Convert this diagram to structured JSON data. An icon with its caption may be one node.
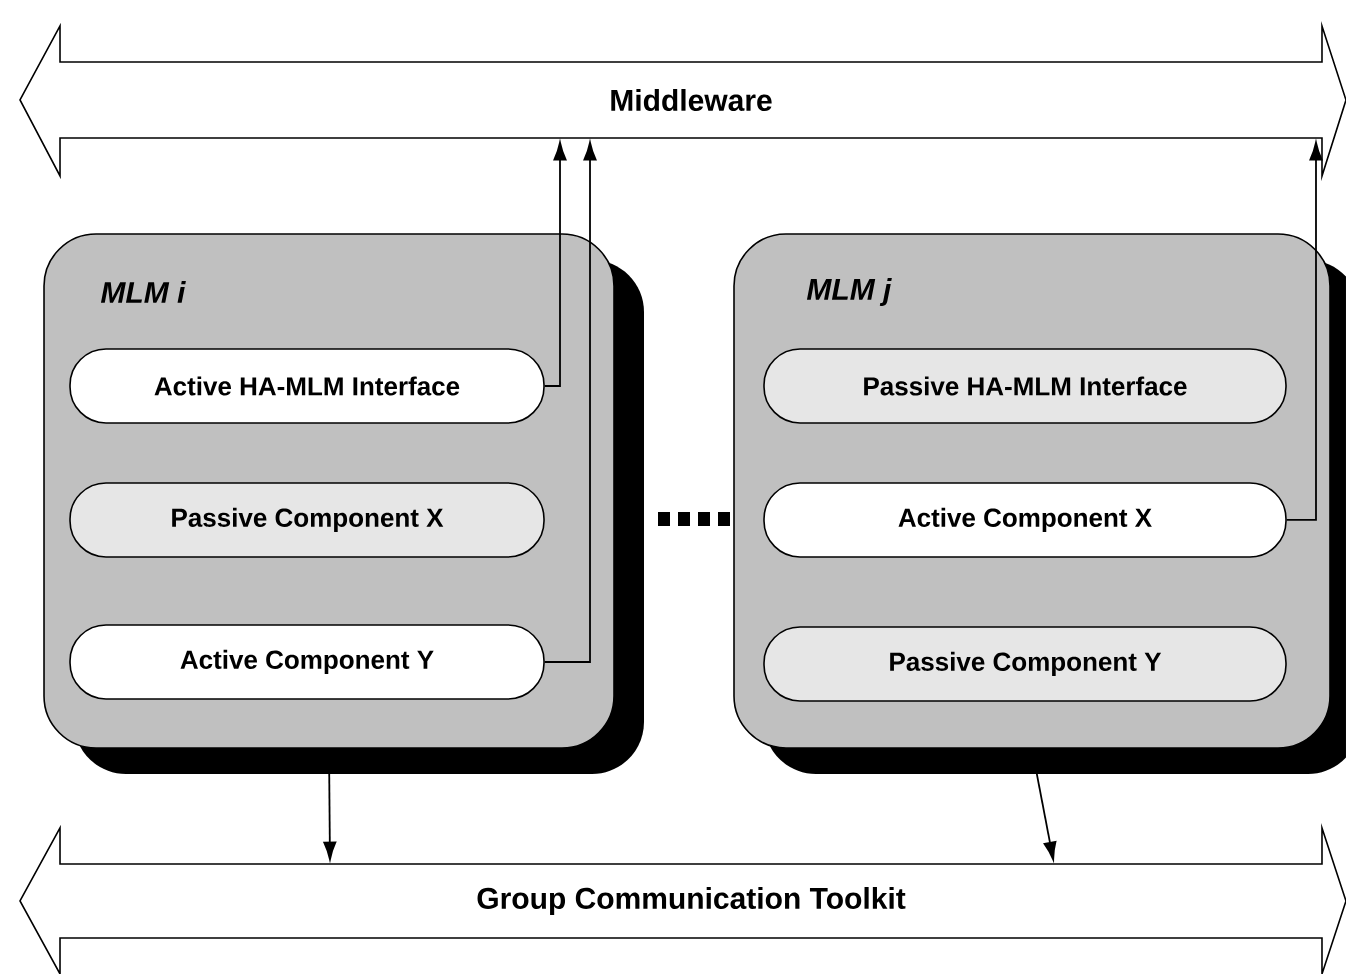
{
  "diagram": {
    "nodes": [
      {
        "text": [
          "Middleware"
        ]
      },
      {
        "text": [
          "MLM i"
        ]
      },
      {
        "text": [
          "Active HA-MLM Interface"
        ],
        "in": 1
      },
      {
        "text": [
          "Passive Component X"
        ],
        "in": 1
      },
      {
        "text": [
          "Active Component Y"
        ],
        "in": 1
      },
      {
        "text": [
          "MLM j"
        ]
      },
      {
        "text": [
          "Passive HA-MLM Interface"
        ],
        "in": 5
      },
      {
        "text": [
          "Active Component X"
        ],
        "in": 5
      },
      {
        "text": [
          "Passive Component Y"
        ],
        "in": 5
      },
      {
        "text": [
          "Group Communication Toolkit"
        ]
      }
    ],
    "edges": [
      {
        "from": 2,
        "to": 0,
        "arrow": "to"
      },
      {
        "from": 4,
        "to": 0,
        "arrow": "to"
      },
      {
        "from": 7,
        "to": 0,
        "arrow": "to"
      },
      {
        "from": 1,
        "to": 9,
        "arrow": "to"
      },
      {
        "from": 5,
        "to": 9,
        "arrow": "to"
      }
    ]
  }
}
